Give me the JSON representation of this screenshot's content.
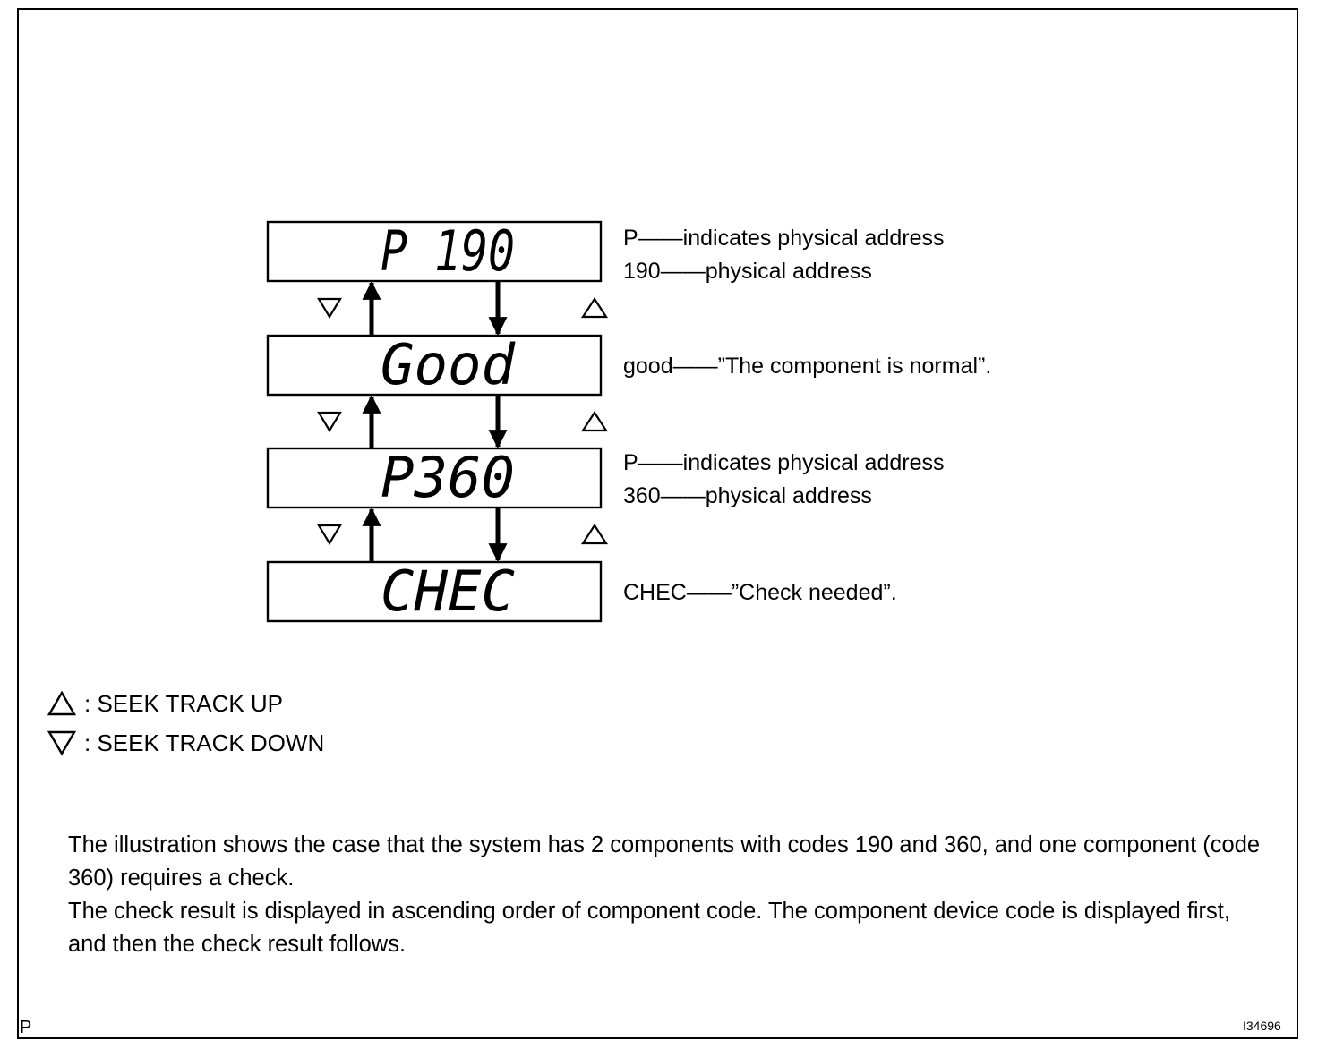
{
  "displays": [
    {
      "readout": "P 190",
      "note_lines": [
        "P——indicates physical address",
        "190——physical address"
      ]
    },
    {
      "readout": "Good",
      "note_lines": [
        "good——”The component is normal”."
      ]
    },
    {
      "readout": "P360",
      "note_lines": [
        "P——indicates physical address",
        "360——physical address"
      ]
    },
    {
      "readout": "CHEC",
      "note_lines": [
        "CHEC——”Check needed”."
      ]
    }
  ],
  "legend": {
    "up": {
      "symbol": "△",
      "text": ": SEEK TRACK UP"
    },
    "down": {
      "symbol": "▽",
      "text": ": SEEK TRACK DOWN"
    }
  },
  "note": {
    "paragraph1": "The illustration shows the case that the system has 2 components with codes 190 and 360, and one component (code 360) requires a check.",
    "paragraph2": "The check result is displayed in ascending order of component code. The component device code is displayed first, and then the check result follows."
  },
  "corner_left": "P",
  "figure_id": "I34696"
}
